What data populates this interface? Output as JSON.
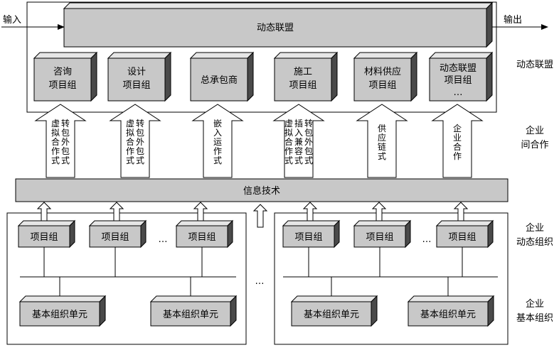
{
  "io": {
    "input": "输入",
    "output": "输出"
  },
  "alliance": {
    "title": "动态联盟"
  },
  "partners": [
    {
      "lines": [
        "咨询",
        "项目组"
      ]
    },
    {
      "lines": [
        "设计",
        "项目组"
      ]
    },
    {
      "lines": [
        "总承包商"
      ]
    },
    {
      "lines": [
        "施工",
        "项目组"
      ]
    },
    {
      "lines": [
        "材料供应",
        "项目组"
      ]
    },
    {
      "lines": [
        "动态联盟",
        "项目组",
        "…"
      ]
    }
  ],
  "cooperation_arrows": [
    {
      "columns": [
        "虚拟合作式",
        "转包外包式"
      ]
    },
    {
      "columns": [
        "虚拟合作式",
        "转包外包式"
      ]
    },
    {
      "columns": [
        "嵌入运作式"
      ]
    },
    {
      "columns": [
        "虚拟合作式",
        "插入兼容式",
        "转包外包式"
      ]
    },
    {
      "columns": [
        "供应链式"
      ]
    },
    {
      "columns": [
        "企业合作"
      ]
    }
  ],
  "it_bar": {
    "label": "信息技术"
  },
  "groups": [
    {
      "projects": [
        {
          "label": "项目组"
        },
        {
          "label": "项目组"
        },
        {
          "label": "项目组"
        }
      ],
      "units": [
        {
          "label": "基本组织单元"
        },
        {
          "label": "基本组织单元"
        }
      ],
      "ellipsis": "…"
    },
    {
      "projects": [
        {
          "label": "项目组"
        },
        {
          "label": "项目组"
        },
        {
          "label": "项目组"
        }
      ],
      "units": [
        {
          "label": "基本组织单元"
        },
        {
          "label": "基本组织单元"
        }
      ],
      "ellipsis": "…"
    }
  ],
  "between_groups_ellipsis": "…",
  "levels": [
    {
      "lines": [
        "动态联盟"
      ]
    },
    {
      "lines": [
        "企业",
        "间合作"
      ]
    },
    {
      "lines": [
        "企业",
        "动态组织"
      ]
    },
    {
      "lines": [
        "企业",
        "基本组织"
      ]
    }
  ],
  "colors": {
    "box_face": "#c8c8c8",
    "box_side": "#4a4a4a",
    "line": "#000000",
    "background": "#ffffff"
  }
}
